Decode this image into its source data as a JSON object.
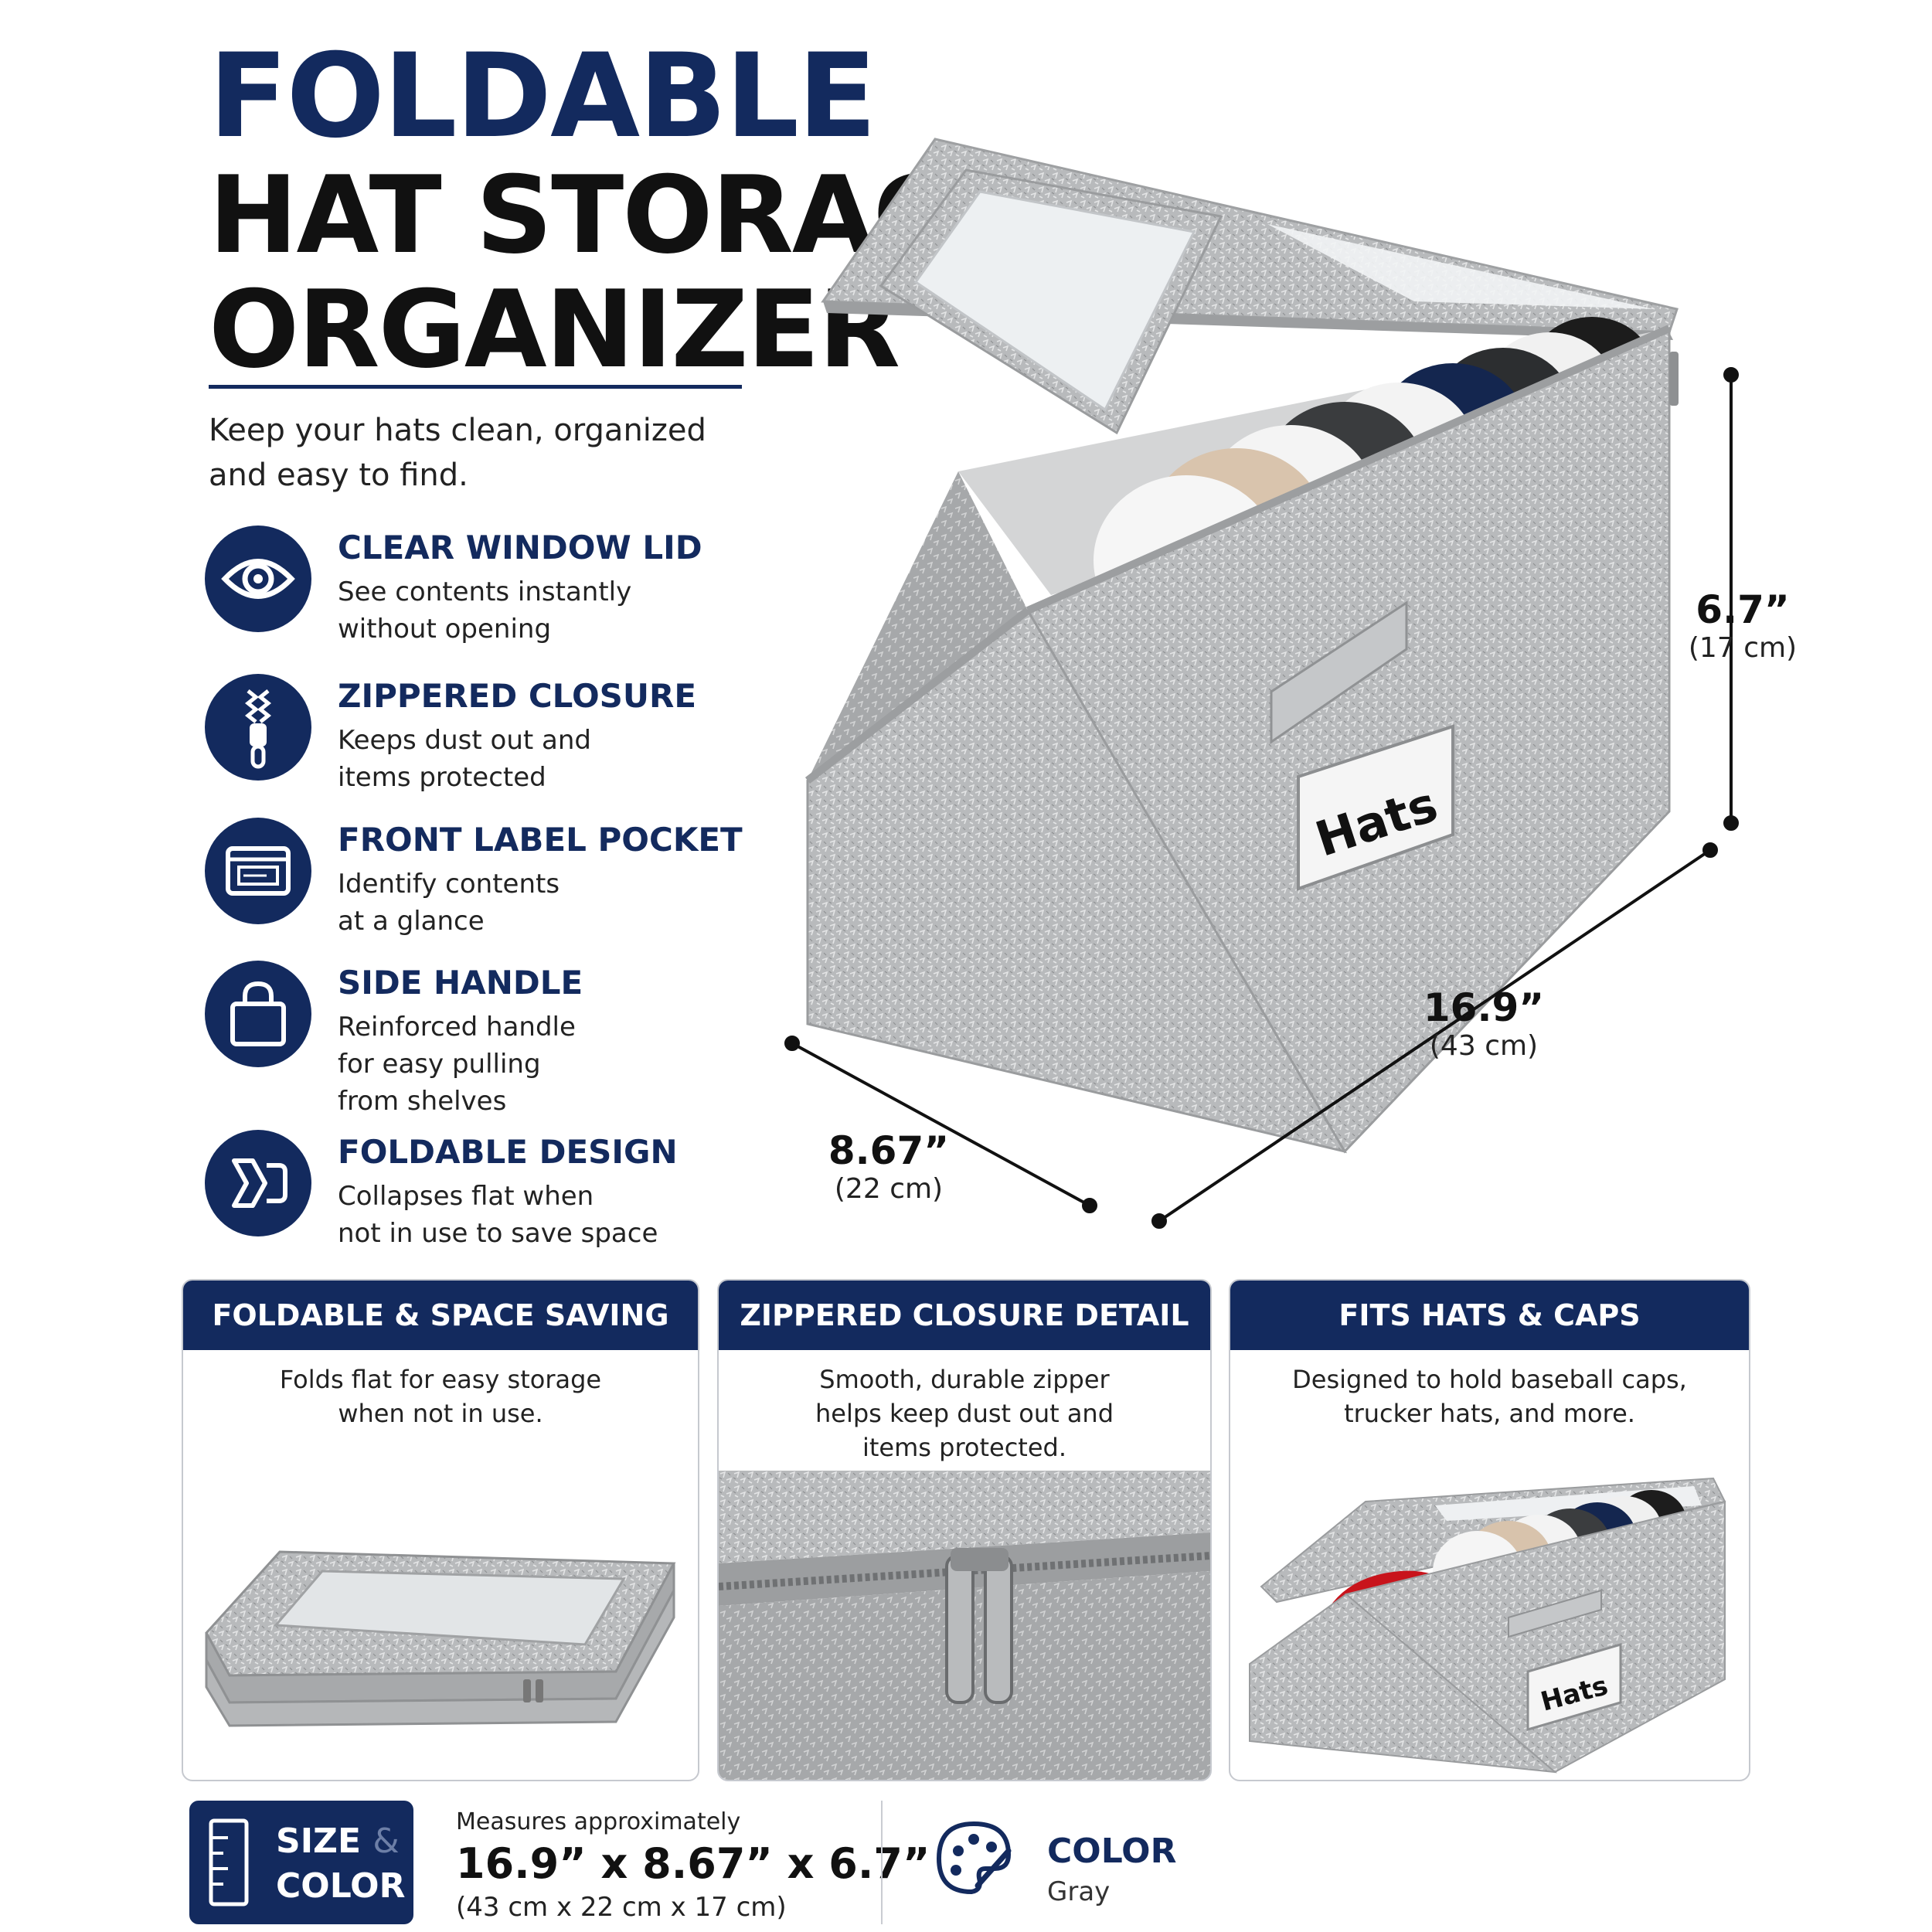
{
  "title": {
    "line1": "FOLDABLE",
    "line2": "HAT STORAGE",
    "line3": "ORGANIZER"
  },
  "tagline": "Keep your hats clean, organized and easy to find.",
  "features": [
    {
      "icon": "eye-icon",
      "title": "CLEAR WINDOW LID",
      "desc": "See contents instantly\nwithout opening"
    },
    {
      "icon": "zipper-icon",
      "title": "ZIPPERED CLOSURE",
      "desc": "Keeps dust out and\nitems protected"
    },
    {
      "icon": "label-card-icon",
      "title": "FRONT LABEL POCKET",
      "desc": "Identify contents\nat a glance"
    },
    {
      "icon": "shopping-bag-icon",
      "title": "SIDE HANDLE",
      "desc": "Reinforced handle\nfor easy pulling\nfrom shelves"
    },
    {
      "icon": "fold-icon",
      "title": "FOLDABLE DESIGN",
      "desc": "Collapses flat when\nnot in use to save space"
    }
  ],
  "product": {
    "label_text": "Hats",
    "dimensions": {
      "height": {
        "value": "6.7”",
        "metric": "(17 cm)"
      },
      "length": {
        "value": "16.9”",
        "metric": "(43 cm)"
      },
      "depth": {
        "value": "8.67”",
        "metric": "(22 cm)"
      }
    }
  },
  "panels": [
    {
      "title": "FOLDABLE & SPACE SAVING",
      "desc": "Folds flat for easy storage\nwhen not in use."
    },
    {
      "title": "ZIPPERED CLOSURE DETAIL",
      "desc": "Smooth, durable zipper\nhelps keep dust out and\nitems protected."
    },
    {
      "title": "FITS HATS & CAPS",
      "desc": "Designed to hold baseball caps,\ntrucker hats, and more.",
      "label_text": "Hats"
    }
  ],
  "bottom": {
    "badge_line1": "SIZE",
    "badge_amp": "&",
    "badge_line2": "COLOR",
    "measure_label": "Measures approximately",
    "measure_value": "16.9” x 8.67” x 6.7”",
    "measure_metric": "(43 cm x 22 cm x 17 cm)",
    "color_label": "COLOR",
    "color_value": "Gray"
  },
  "colors": {
    "navy": "#132a5e",
    "fabric_gray": "#b4b6b8",
    "cap_red": "#c8141c"
  }
}
